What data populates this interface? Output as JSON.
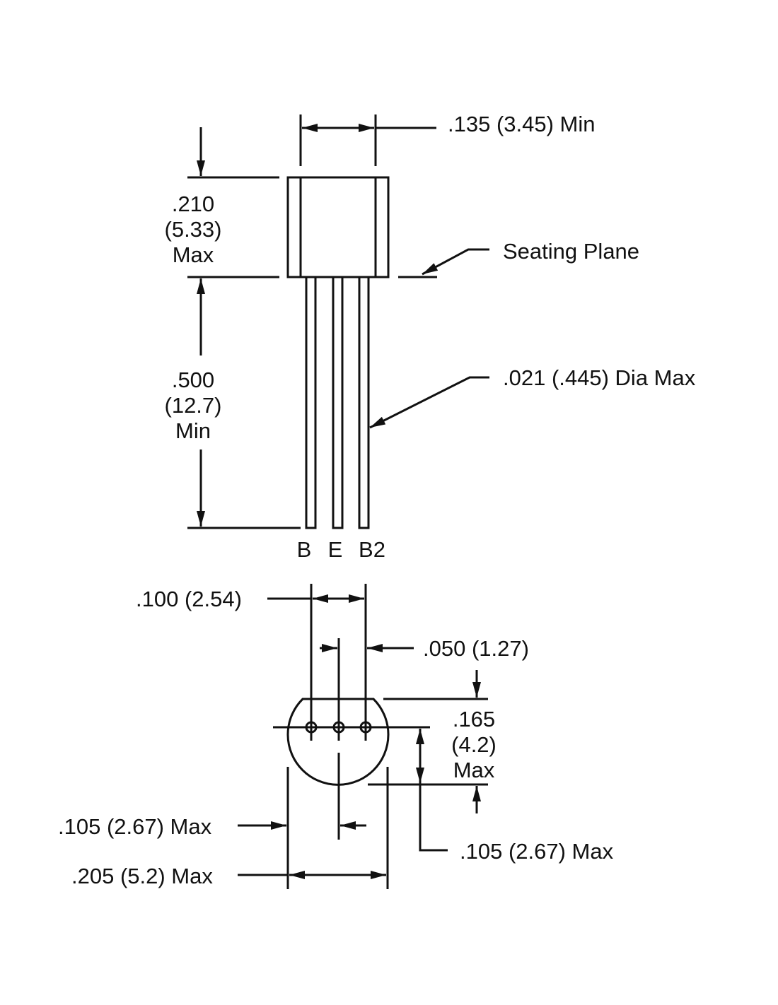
{
  "labels": {
    "body_width": ".135 (3.45) Min",
    "body_height": [
      ".210",
      "(5.33)",
      "Max"
    ],
    "seating_plane": "Seating Plane",
    "lead_length": [
      ".500",
      "(12.7)",
      "Min"
    ],
    "lead_diameter": ".021 (.445) Dia Max",
    "pins": [
      "B",
      "E",
      "B2"
    ],
    "pin_pitch": ".100 (2.54)",
    "half_pitch": ".050 (1.27)",
    "bottom_depth": [
      ".165",
      "(4.2)",
      "Max"
    ],
    "center_offset": ".105 (2.67) Max",
    "center_to_bottom": ".105 (2.67) Max",
    "overall_width": ".205 (5.2) Max"
  },
  "colors": {
    "ink": "#111111",
    "background": "#ffffff"
  }
}
